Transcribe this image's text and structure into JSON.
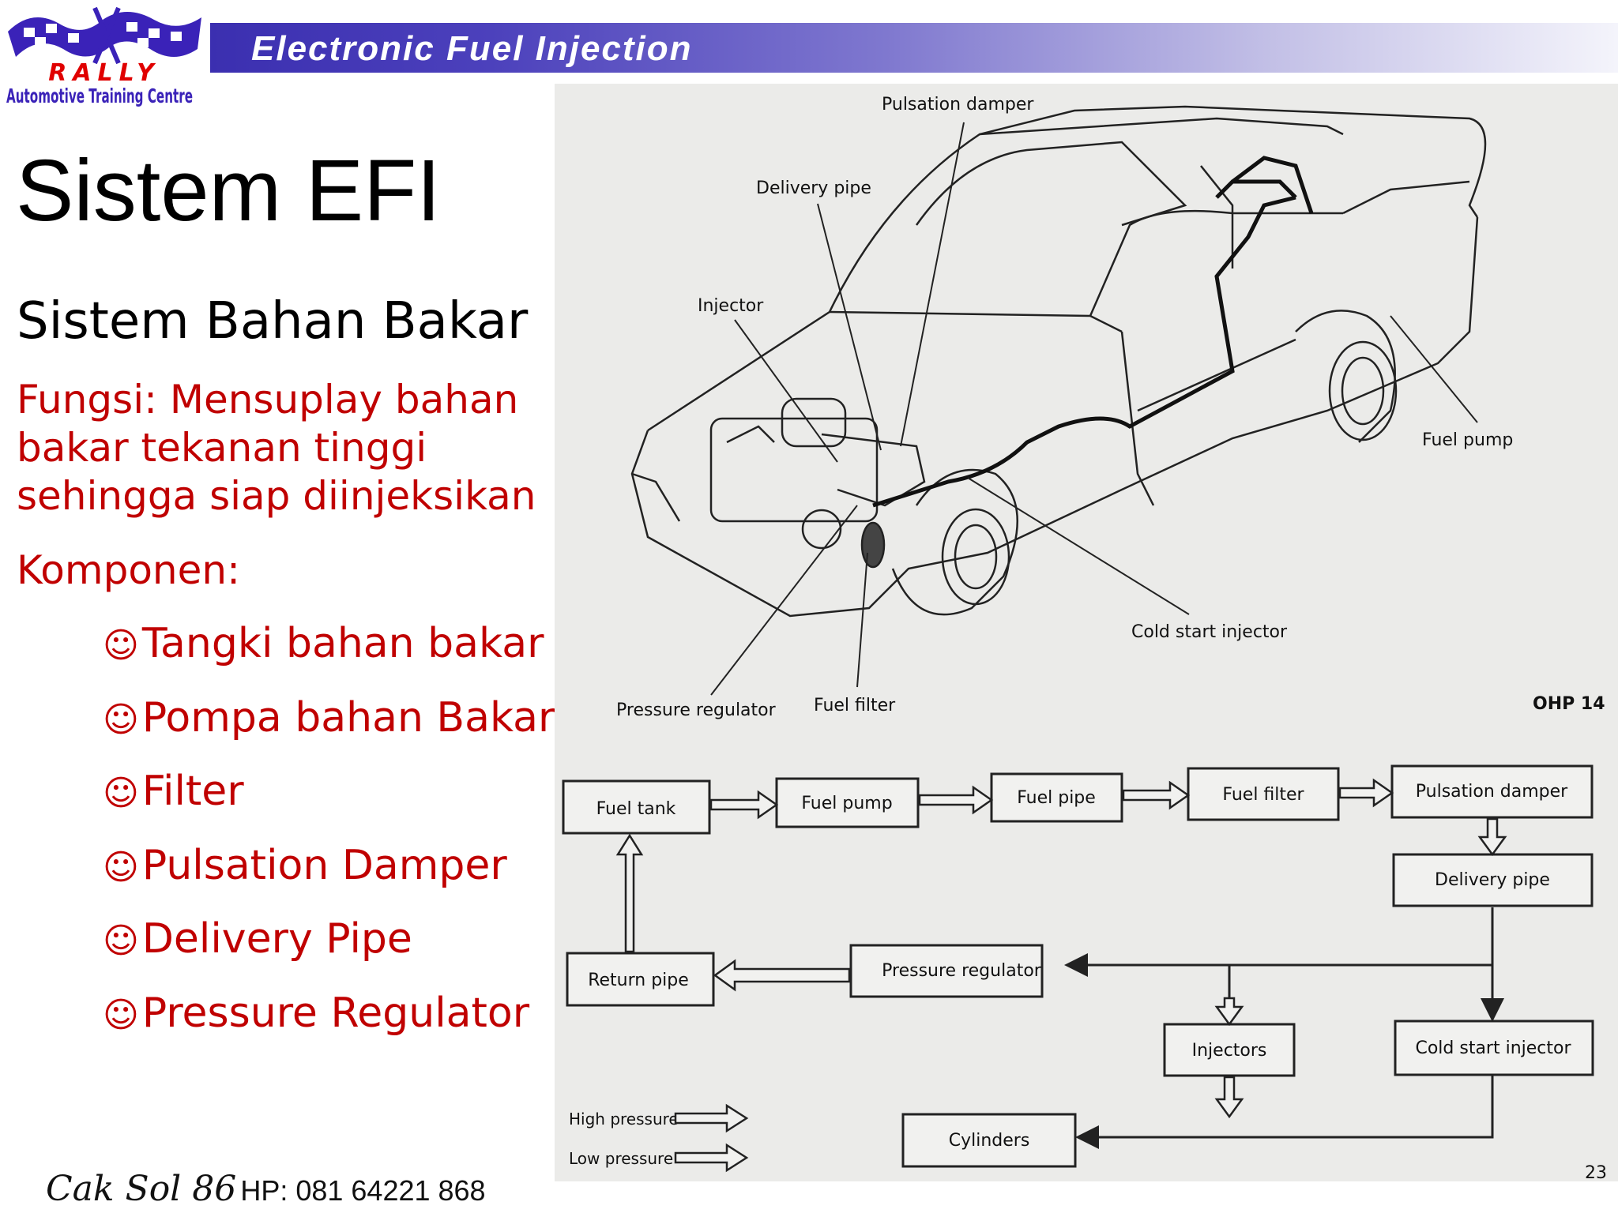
{
  "header": {
    "title": "Electronic Fuel Injection",
    "logo_word": "RALLY",
    "logo_tagline": "Automotive Training Centre"
  },
  "slide": {
    "title": "Sistem EFI",
    "subtitle": "Sistem Bahan Bakar",
    "fungsi": "Fungsi: Mensuplay bahan bakar tekanan tinggi sehingga siap diinjeksikan",
    "komponen_label": "Komponen:",
    "bullet_symbol": "☺",
    "komponen": [
      "Tangki bahan bakar",
      "Pompa bahan Bakar",
      "Filter",
      "Pulsation Damper",
      "Delivery Pipe",
      "Pressure Regulator"
    ]
  },
  "illustration": {
    "labels": {
      "pulsation_damper": "Pulsation damper",
      "delivery_pipe": "Delivery pipe",
      "injector": "Injector",
      "fuel_pump": "Fuel pump",
      "cold_start_injector": "Cold start injector",
      "pressure_regulator": "Pressure regulator",
      "fuel_filter": "Fuel filter",
      "ohp": "OHP 14"
    },
    "flow": {
      "fuel_tank": "Fuel tank",
      "fuel_pump": "Fuel pump",
      "fuel_pipe": "Fuel pipe",
      "fuel_filter": "Fuel filter",
      "pulsation_damper": "Pulsation damper",
      "delivery_pipe": "Delivery pipe",
      "pressure_regulator": "Pressure regulator",
      "return_pipe": "Return pipe",
      "injectors": "Injectors",
      "cold_start_injector": "Cold start injector",
      "cylinders": "Cylinders"
    },
    "legend": {
      "high": "High pressure",
      "low": "Low pressure"
    },
    "page_number": "23"
  },
  "footer": {
    "signature": "Cak Sol 86",
    "phone": "HP: 081 64221 868"
  },
  "colors": {
    "accent_red": "#c00000",
    "banner_start": "#3b2fb0",
    "banner_end": "#f4f4fb",
    "logo_purple": "#3a22b8",
    "logo_red": "#e00000"
  }
}
